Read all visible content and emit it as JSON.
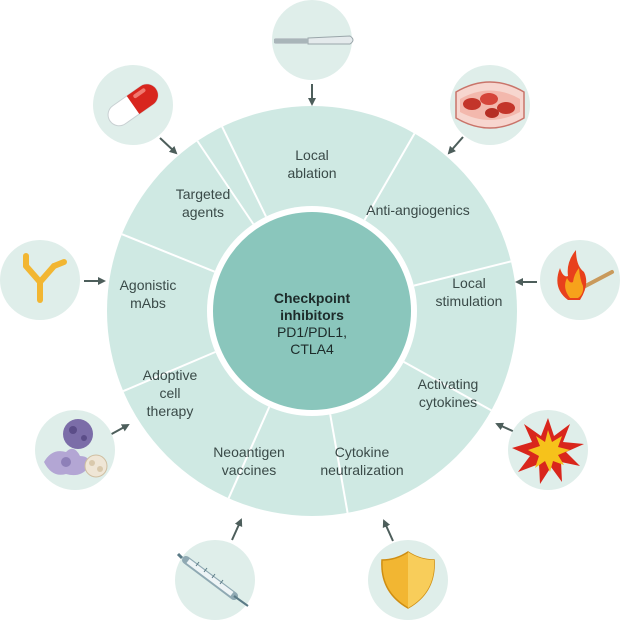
{
  "center": {
    "title_line1": "Checkpoint",
    "title_line2": "inhibitors",
    "sub_line1": "PD1/PDL1,",
    "sub_line2": "CTLA4"
  },
  "segments": [
    {
      "id": "local-ablation",
      "lines": [
        "Local",
        "ablation"
      ],
      "icon": "scalpel-icon"
    },
    {
      "id": "anti-angiogenics",
      "lines": [
        "Anti-angiogenics"
      ],
      "icon": "blood-vessel-icon"
    },
    {
      "id": "local-stimulation",
      "lines": [
        "Local",
        "stimulation"
      ],
      "icon": "match-flame-icon"
    },
    {
      "id": "activating-cytokines",
      "lines": [
        "Activating",
        "cytokines"
      ],
      "icon": "explosion-icon"
    },
    {
      "id": "cytokine-neutralization",
      "lines": [
        "Cytokine",
        "neutralization"
      ],
      "icon": "shield-icon"
    },
    {
      "id": "neoantigen-vaccines",
      "lines": [
        "Neoantigen",
        "vaccines"
      ],
      "icon": "syringe-icon"
    },
    {
      "id": "adoptive-cell-therapy",
      "lines": [
        "Adoptive",
        "cell",
        "therapy"
      ],
      "icon": "immune-cells-icon"
    },
    {
      "id": "agonistic-mabs",
      "lines": [
        "Agonistic",
        "mAbs"
      ],
      "icon": "antibody-icon"
    },
    {
      "id": "targeted-agents",
      "lines": [
        "Targeted",
        "agents"
      ],
      "icon": "pill-capsule-icon"
    }
  ],
  "colors": {
    "ring": "#cfe9e3",
    "core": "#8ac6bc",
    "bubble": "#dfeeea",
    "divider": "#ffffff",
    "arrow": "#4d5e5b",
    "text": "#3a4a48"
  }
}
